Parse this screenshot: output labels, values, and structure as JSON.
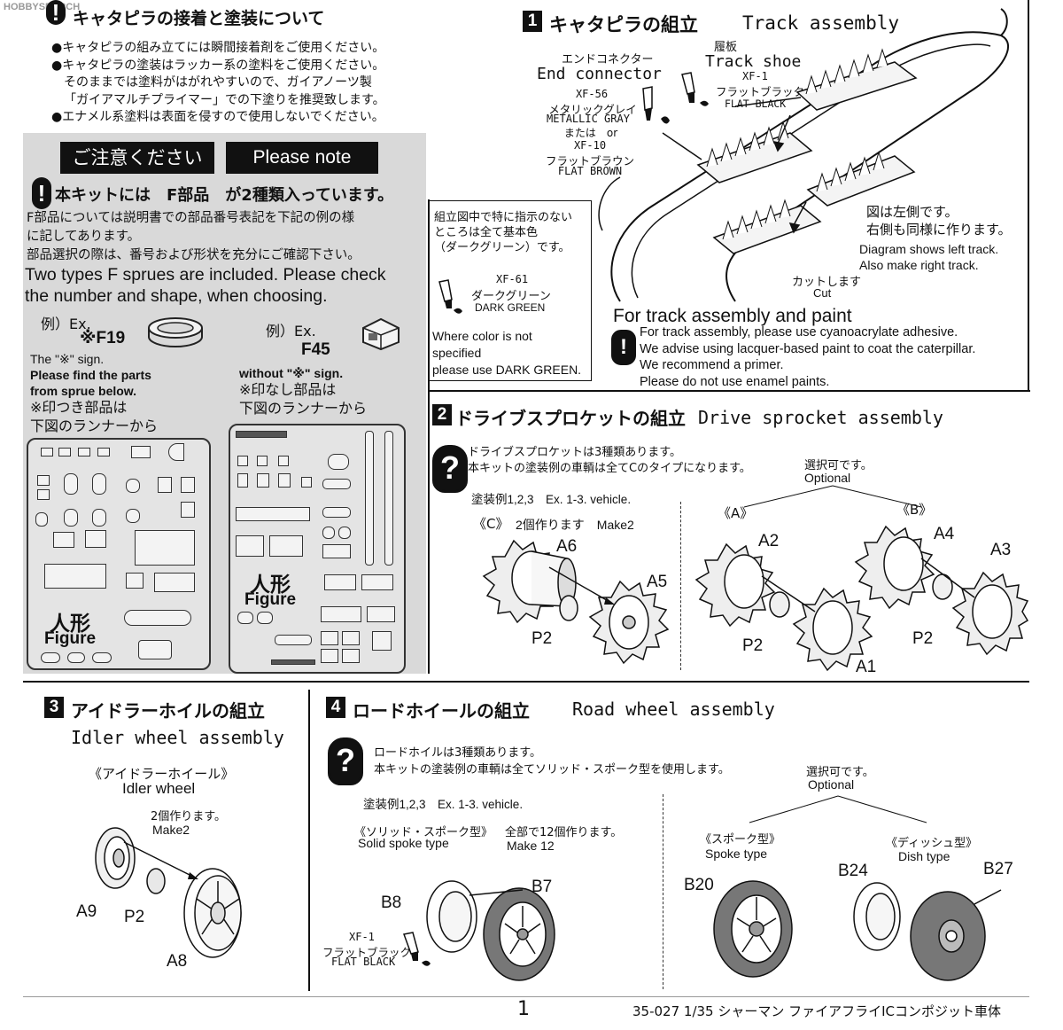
{
  "watermark": "HOBBYSEARCH",
  "paint_section": {
    "title": "キャタピラの接着と塗装について",
    "bullets": [
      "●キャタピラの組み立てには瞬間接着剤をご使用ください。",
      "●キャタピラの塗装はラッカー系の塗料をご使用ください。",
      "そのままでは塗料がはがれやすいので、ガイアノーツ製",
      "「ガイアマルチプライマー」での下塗りを推奨致します。",
      "●エナメル系塗料は表面を侵すので使用しないでください。"
    ]
  },
  "note_panel": {
    "label_jp": "ご注意ください",
    "label_en": "Please note",
    "headline": "本キットには　F部品　が2種類入っています。",
    "text_jp": [
      "F部品については説明書での部品番号表記を下記の例の様",
      "に記してあります。",
      "部品選択の際は、番号および形状を充分にご確認下さい。"
    ],
    "text_en": [
      "Two types F sprues are included. Please check",
      "the number and shape, when choosing."
    ],
    "left_example": {
      "ex": "例）Ex.",
      "part": "※F19",
      "desc": [
        "The \"※\" sign.",
        "Please find the parts",
        "from sprue below.",
        "※印つき部品は",
        "下図のランナーから"
      ],
      "figure_jp": "人形",
      "figure_en": "Figure"
    },
    "right_example": {
      "ex": "例）Ex.",
      "part": "F45",
      "desc": [
        "without \"※\" sign.",
        "※印なし部品は",
        "下図のランナーから"
      ],
      "figure_jp": "人形",
      "figure_en": "Figure"
    }
  },
  "step1": {
    "num": "1",
    "title_jp": "キャタピラの組立",
    "title_en": "Track assembly",
    "end_connector_jp": "エンドコネクター",
    "end_connector_en": "End connector",
    "paint1_code": "XF-56",
    "paint1_jp": "メタリックグレイ",
    "paint1_en": "METALLIC GRAY",
    "or_text": "または　or",
    "paint2_code": "XF-10",
    "paint2_jp": "フラットブラウン",
    "paint2_en": "FLAT BROWN",
    "shoe_jp": "履板",
    "shoe_en": "Track shoe",
    "shoe_paint_code": "XF-1",
    "shoe_paint_jp": "フラットブラック",
    "shoe_paint_en": "FLAT BLACK",
    "color_box": {
      "lines_jp": [
        "組立図中で特に指示のない",
        "ところは全て基本色",
        "（ダークグリーン）です。"
      ],
      "paint_code": "XF-61",
      "paint_jp": "ダークグリーン",
      "paint_en": "DARK GREEN",
      "lines_en": [
        "Where color is not",
        "specified",
        "please use DARK GREEN."
      ]
    },
    "left_note_jp": [
      "図は左側です。",
      "右側も同様に作ります。"
    ],
    "left_note_en": [
      "Diagram shows left track.",
      "Also make right track."
    ],
    "cut_jp": "カットします",
    "cut_en": "Cut",
    "paint_heading": "For track assembly and paint",
    "paint_notes": [
      "For track assembly, please use cyanoacrylate adhesive.",
      "We advise using lacquer-based paint to coat the caterpillar.",
      "We recommend a primer.",
      "Please do not use enamel paints."
    ]
  },
  "step2": {
    "num": "2",
    "title_jp": "ドライブスプロケットの組立",
    "title_en": "Drive sprocket assembly",
    "note_jp": [
      "ドライブスプロケットは3種類あります。",
      "本キットの塗装例の車輌は全てCのタイプになります。"
    ],
    "optional_jp": "選択可です。",
    "optional_en": "Optional",
    "example": "塗装例1,2,3　Ex. 1-3. vehicle.",
    "type_c": "《C》",
    "make2": "2個作ります　Make2",
    "type_a": "《A》",
    "type_b": "《B》",
    "parts": {
      "a6": "A6",
      "a5": "A5",
      "p2a": "P2",
      "a2": "A2",
      "p2b": "P2",
      "a1": "A1",
      "a4": "A4",
      "a3": "A3",
      "p2c": "P2"
    }
  },
  "step3": {
    "num": "3",
    "title_jp": "アイドラーホイルの組立",
    "title_en": "Idler wheel assembly",
    "sub_jp": "《アイドラーホイール》",
    "sub_en": "Idler wheel",
    "make_jp": "2個作ります。",
    "make_en": "Make2",
    "parts": {
      "a9": "A9",
      "p2": "P2",
      "a8": "A8"
    }
  },
  "step4": {
    "num": "4",
    "title_jp": "ロードホイールの組立",
    "title_en": "Road wheel assembly",
    "note_jp": [
      "ロードホイルは3種類あります。",
      "本キットの塗装例の車輌は全てソリッド・スポーク型を使用します。"
    ],
    "example": "塗装例1,2,3　Ex. 1-3. vehicle.",
    "solid_jp": "《ソリッド・スポーク型》",
    "solid_en": "Solid spoke type",
    "make12_jp": "全部で12個作ります。",
    "make12_en": "Make 12",
    "paint_code": "XF-1",
    "paint_jp": "フラットブラック",
    "paint_en": "FLAT BLACK",
    "optional_jp": "選択可です。",
    "optional_en": "Optional",
    "spoke_jp": "《スポーク型》",
    "spoke_en": "Spoke type",
    "dish_jp": "《ディッシュ型》",
    "dish_en": "Dish type",
    "parts": {
      "b8": "B8",
      "b7": "B7",
      "b20": "B20",
      "b24": "B24",
      "b27": "B27"
    }
  },
  "footer": {
    "page": "1",
    "code": "35-027 1/35 シャーマン ファイアフライICコンポジット車体"
  }
}
